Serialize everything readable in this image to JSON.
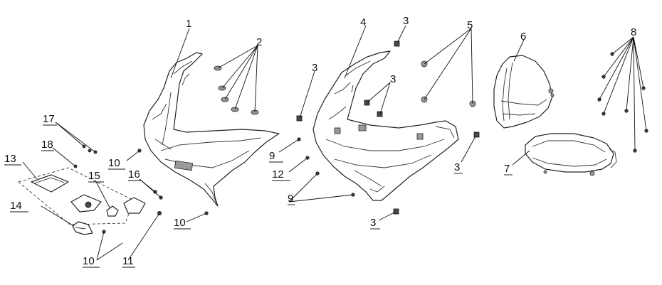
{
  "diagram": {
    "callouts": [
      "1",
      "2",
      "3",
      "3",
      "3",
      "3",
      "3",
      "4",
      "5",
      "6",
      "7",
      "8",
      "9",
      "9",
      "10",
      "10",
      "10",
      "11",
      "12",
      "13",
      "14",
      "15",
      "16",
      "17",
      "18"
    ]
  }
}
